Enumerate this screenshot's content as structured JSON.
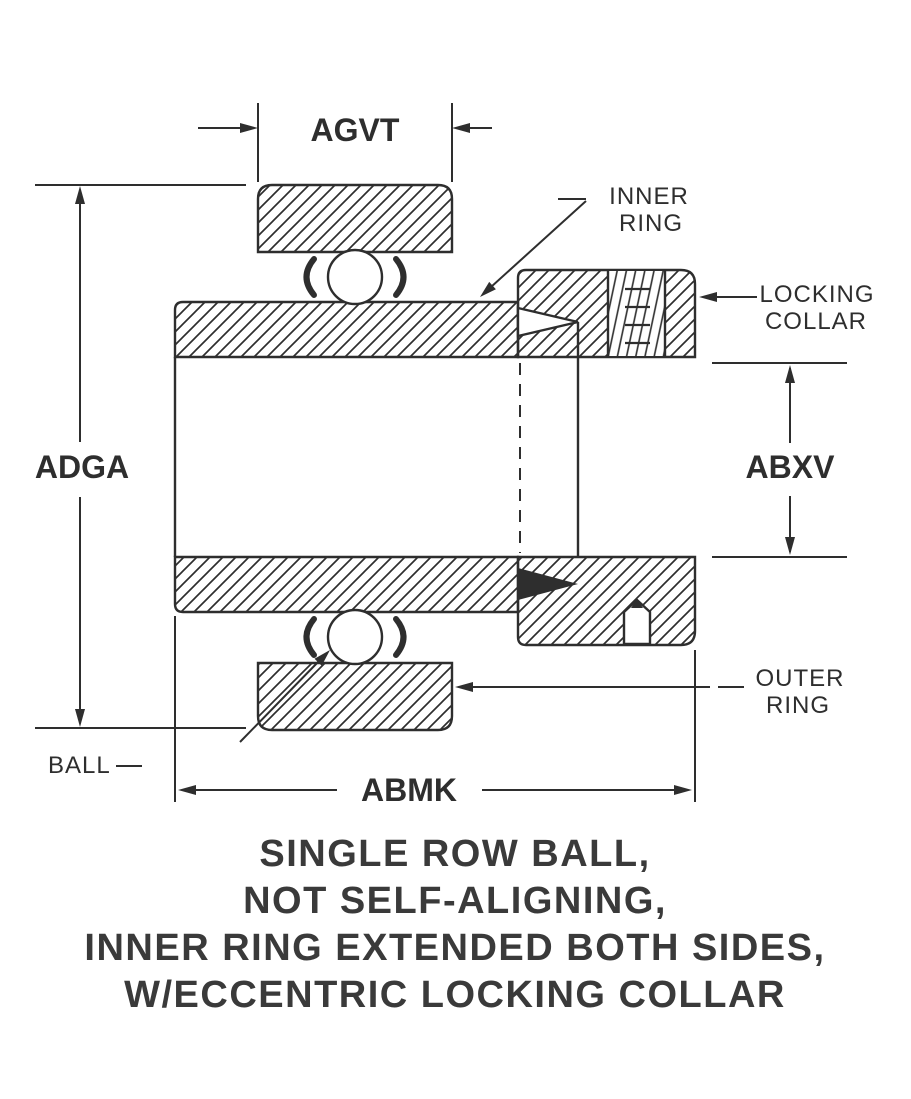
{
  "dimensions": {
    "top": "AGVT",
    "left": "ADGA",
    "right": "ABXV",
    "bottom": "ABMK"
  },
  "part_labels": {
    "inner_ring": [
      "INNER",
      "RING"
    ],
    "locking_collar": [
      "LOCKING",
      "COLLAR"
    ],
    "outer_ring": [
      "OUTER",
      "RING"
    ],
    "ball": "BALL"
  },
  "caption": [
    "SINGLE ROW BALL,",
    "NOT SELF-ALIGNING,",
    "INNER RING EXTENDED BOTH SIDES,",
    "W/ECCENTRIC LOCKING COLLAR"
  ],
  "colors": {
    "line": "#2e2e2e",
    "caption_text": "#3a3a3a",
    "background": "#ffffff"
  }
}
